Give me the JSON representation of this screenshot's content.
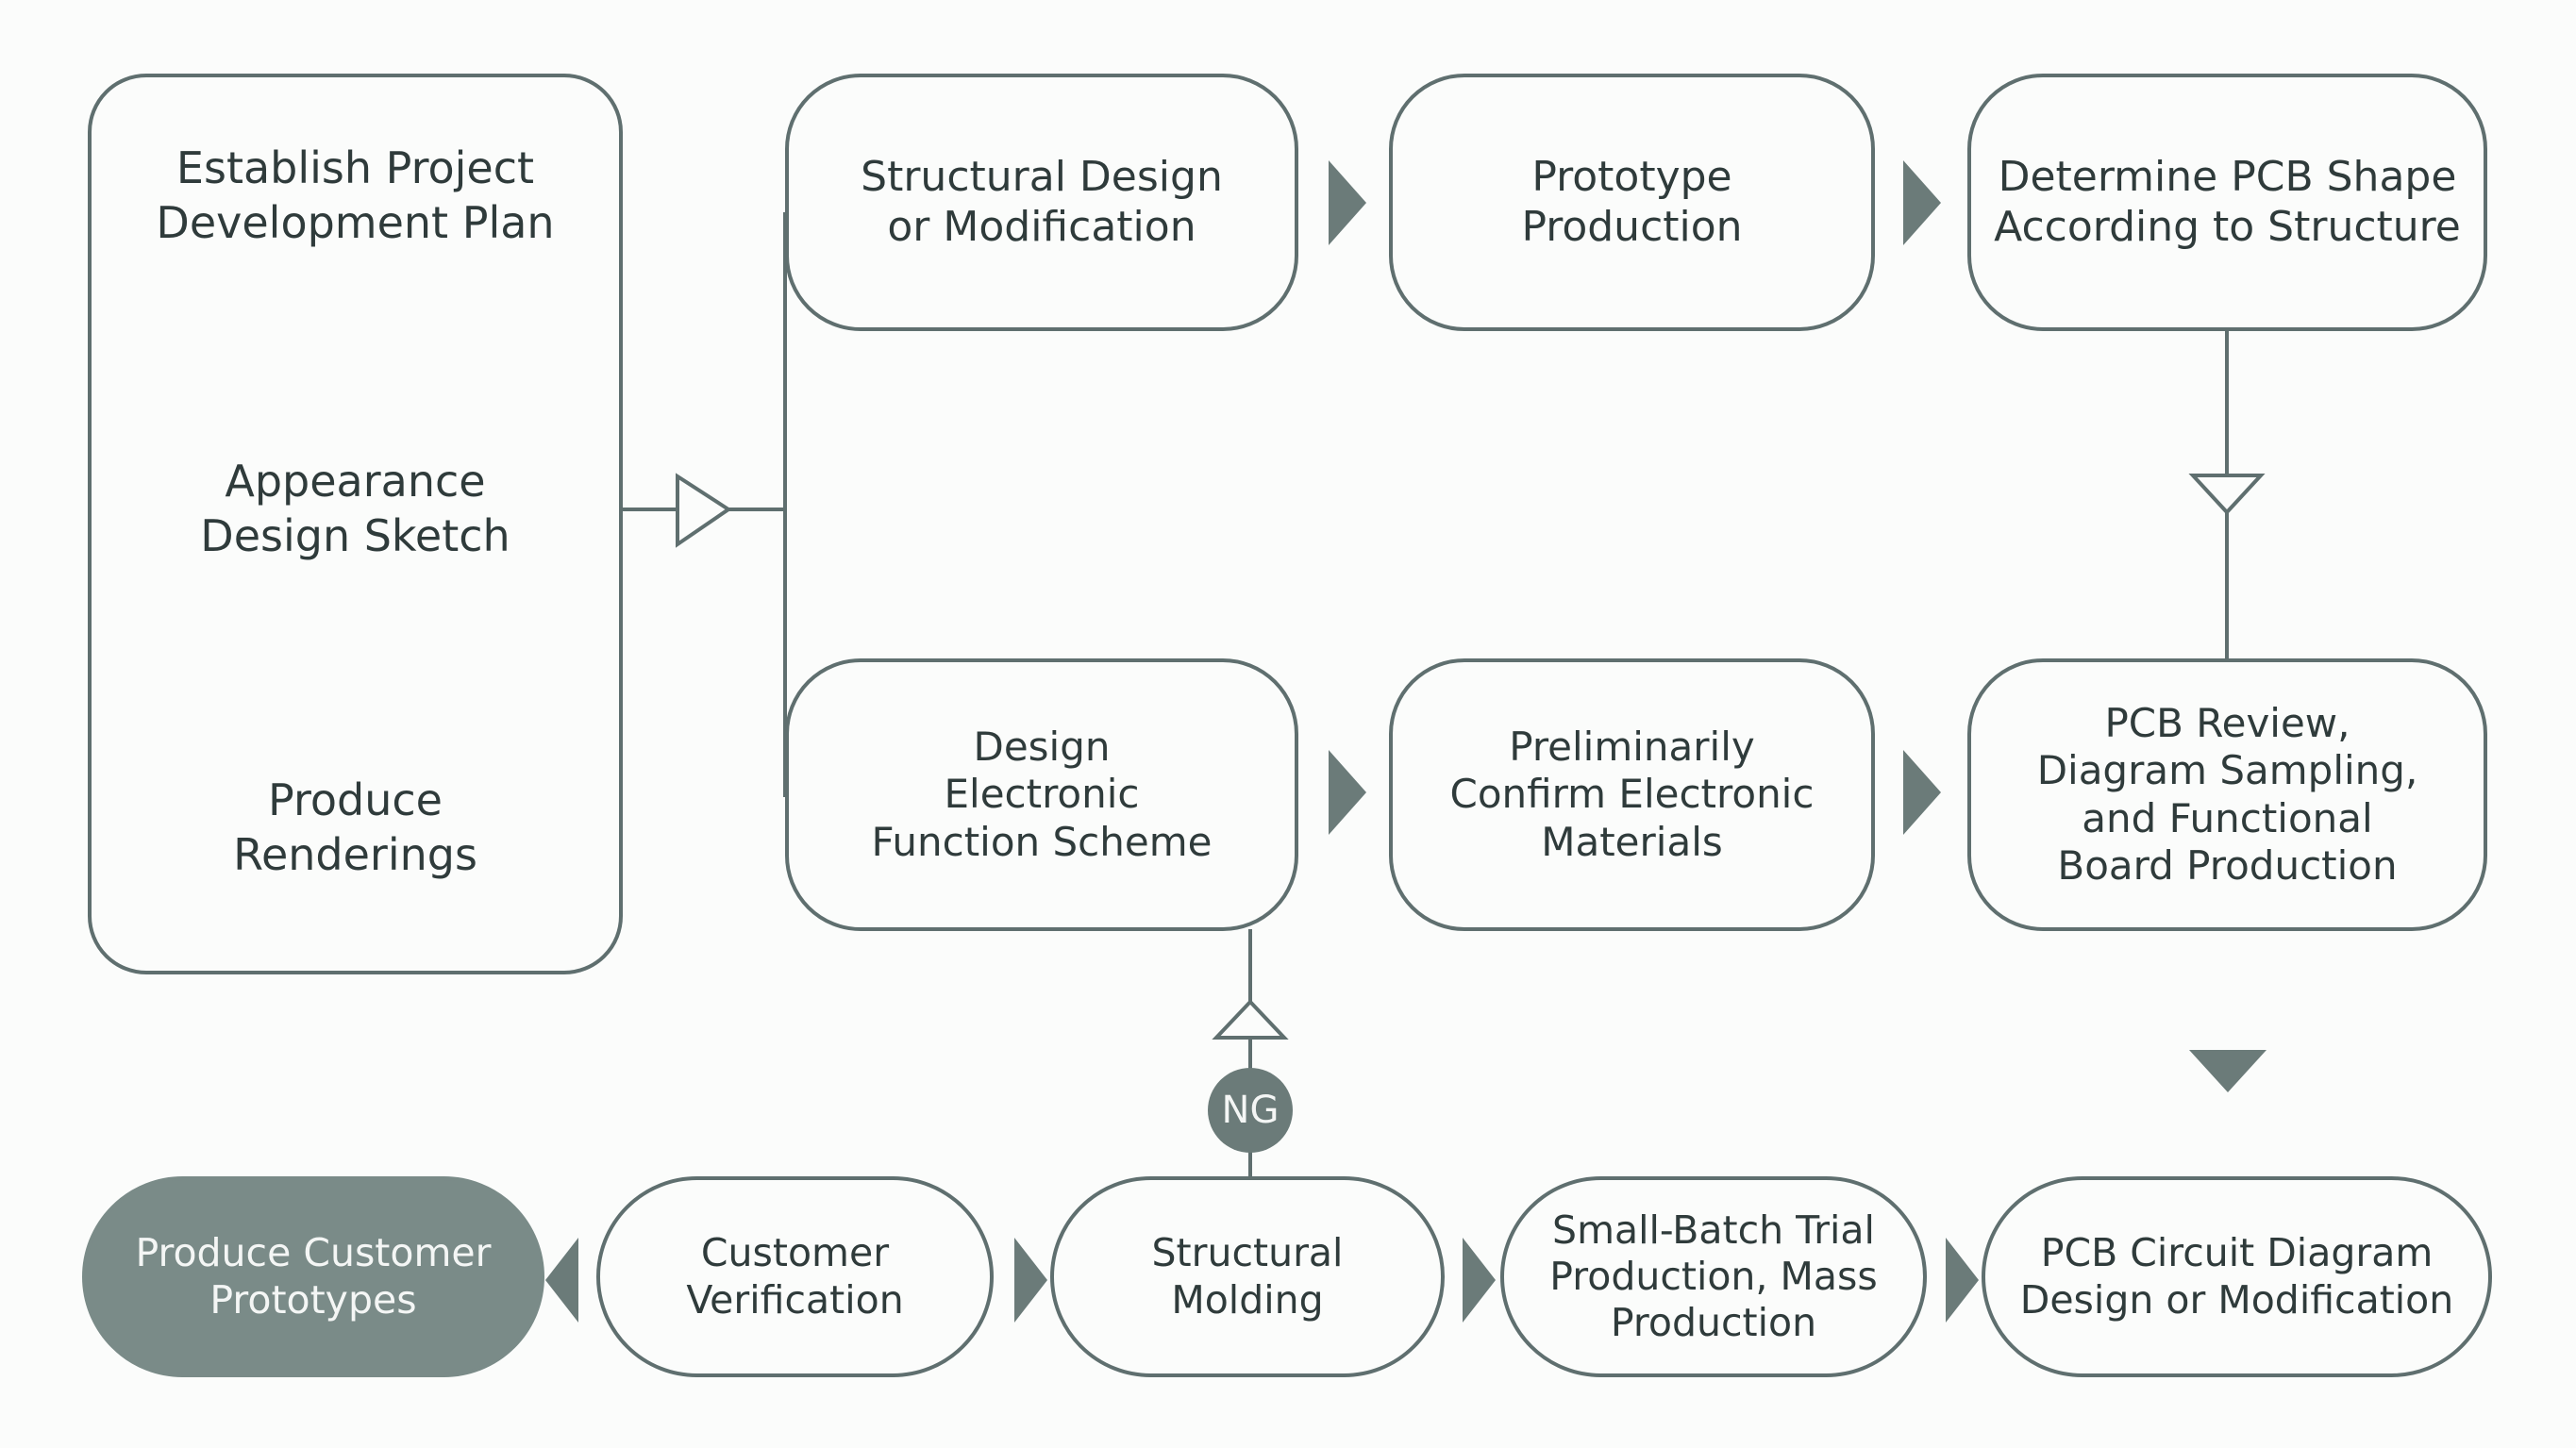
{
  "left_panel": {
    "step1": "Establish Project\nDevelopment Plan",
    "step2": "Appearance\nDesign Sketch",
    "step3": "Produce\nRenderings"
  },
  "top_row": {
    "structural_design": "Structural Design\nor Modification",
    "prototype_production": "Prototype\nProduction",
    "determine_pcb_shape": "Determine PCB Shape\nAccording to Structure"
  },
  "middle_row": {
    "design_electronic": "Design\nElectronic\nFunction Scheme",
    "confirm_materials": "Preliminarily\nConfirm Electronic\nMaterials",
    "pcb_review": "PCB Review,\nDiagram Sampling,\nand Functional\nBoard Production"
  },
  "bottom_row": {
    "customer_prototypes": "Produce Customer\nPrototypes",
    "customer_verification": "Customer\nVerification",
    "structural_molding": "Structural\nMolding",
    "trial_production": "Small-Batch Trial\nProduction, Mass\nProduction",
    "pcb_circuit_design": "PCB Circuit Diagram\nDesign or Modification"
  },
  "ng_label": "NG",
  "colors": {
    "stroke": "#5f6f6f",
    "accent_fill": "#7a8b88",
    "background": "#fbfcfb"
  }
}
